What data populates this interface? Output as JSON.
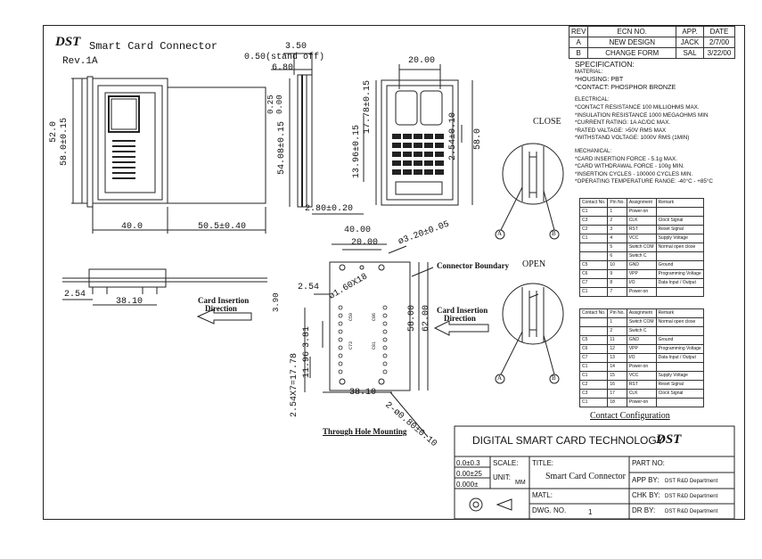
{
  "header": {
    "logo": "DST",
    "title": "Smart Card Connector",
    "revision": "Rev.1A"
  },
  "revision_table": {
    "headers": [
      "REV",
      "ECN NO.",
      "APP.",
      "DATE"
    ],
    "rows": [
      [
        "A",
        "NEW DESIGN",
        "JACK",
        "2/7/00"
      ],
      [
        "B",
        "CHANGE FORM",
        "SAL",
        "3/22/00"
      ]
    ]
  },
  "specification": {
    "title": "SPECIFICATION:",
    "material_heading": "MATERIAL:",
    "material": [
      "*HOUSING: PBT",
      "*CONTACT: PHOSPHOR BRONZE"
    ],
    "electrical_heading": "ELECTRICAL:",
    "electrical": [
      "*CONTACT RESISTANCE 100 MILLIOHMS MAX.",
      "*INSULATION RESISTANCE 1000 MEGAOHMS MIN",
      "*CURRENT RATING: 1A AC/DC MAX.",
      "*RATED VALTAGE: >50V RMS MAX",
      "*WITHSTAND VOLTAGE: 1000V RMS (1MIN)"
    ],
    "mechanical_heading": "MECHANICAL:",
    "mechanical": [
      "*CARD INSERTION FORCE - 5.1g MAX.",
      "*CARD WITHDRAWAL FORCE - 100g MIN.",
      "*INSERTION CYCLES - 100000 CYCLES MIN.",
      "*OPERATING TEMPERATURE RANGE: -40°C - +85°C"
    ]
  },
  "dimensions": {
    "d350": "3.50",
    "standoff": "0.50(stand off)",
    "d680": "6.80",
    "d2000_top": "20.00",
    "d520": "52.0",
    "d580": "58.0±0.15",
    "d025": "0.25",
    "d000": "0.00",
    "d5408": "54.08±0.15",
    "d1778top": "17.78±0.15",
    "d1396": "13.96±0.15",
    "d254a": "2.54±0.10",
    "d5800": "58.0",
    "d280": "2.80±0.20",
    "d400": "40.0",
    "d505": "50.5±0.40",
    "d254b": "2.54",
    "d3810a": "38.10",
    "d390": "3.90",
    "d4000": "40.00",
    "d2000b": "20.00",
    "d320": "ø3.20±0.05",
    "d254c": "2.54",
    "d160": "ø1.60X18",
    "d381": "3.81",
    "d1196": "11.96",
    "d2540": "2.54X7=17.78",
    "d5800b": "58.00",
    "d6200": "62.00",
    "d3810b": "38.10",
    "d080": "2-ø0.80±0.10"
  },
  "labels": {
    "card_insertion_1": "Card Insertion",
    "direction_1": "Direction",
    "connector_boundary": "Connector Boundary",
    "card_insertion_2": "Card Insertion",
    "direction_2": "Direction",
    "through_hole": "Through Hole Mounting",
    "close": "CLOSE",
    "open": "OPEN",
    "a1": "A",
    "b1": "B",
    "a2": "A",
    "b2": "B",
    "pin_c1": "C1",
    "pin_c2": "C2",
    "pin_c3": "C3",
    "pin_c5": "C5",
    "pin_c6": "C6",
    "pin_c7": "C7",
    "pin_c8": "C8",
    "contact_configuration": "Contact Configuration"
  },
  "contact_tables": {
    "headers": [
      "Contact No.",
      "Pin No.",
      "Assignment",
      "Remark"
    ],
    "top": [
      [
        "C1",
        "1",
        "Power-on",
        ""
      ],
      [
        "C3",
        "2",
        "CLK",
        "Clock Signal"
      ],
      [
        "C2",
        "3",
        "RST",
        "Reset Signal"
      ],
      [
        "C1",
        "4",
        "VCC",
        "Supply Voltage"
      ],
      [
        "",
        "5",
        "Switch COM",
        "Normal open close"
      ],
      [
        "",
        "6",
        "Switch C",
        ""
      ],
      [
        "C5",
        "10",
        "GND",
        "Ground"
      ],
      [
        "C6",
        "9",
        "VPP",
        "Programming Voltage"
      ],
      [
        "C7",
        "8",
        "I/O",
        "Data Input / Output"
      ],
      [
        "C1",
        "7",
        "Power-on",
        ""
      ]
    ],
    "bottom": [
      [
        "",
        "1",
        "Switch COM",
        "Normal open close"
      ],
      [
        "",
        "2",
        "Switch C",
        ""
      ],
      [
        "C5",
        "11",
        "GND",
        "Ground"
      ],
      [
        "C6",
        "12",
        "VPP",
        "Programming Voltage"
      ],
      [
        "C7",
        "13",
        "I/O",
        "Data Input / Output"
      ],
      [
        "C1",
        "14",
        "Power-on",
        ""
      ],
      [
        "C1",
        "15",
        "VCC",
        "Supply Voltage"
      ],
      [
        "C2",
        "16",
        "RST",
        "Reset Signal"
      ],
      [
        "C3",
        "17",
        "CLK",
        "Clock Signal"
      ],
      [
        "C1",
        "18",
        "Power-on",
        ""
      ]
    ]
  },
  "title_block": {
    "company": "DIGITAL SMART CARD TECHNOLOGY",
    "logo": "DST",
    "tol1": "0.0±0.3",
    "tol2": "0.00±25",
    "tol3": "0.000±",
    "scale_label": "SCALE:",
    "unit_label": "UNIT:",
    "unit_value": "MM",
    "title_label": "TITLE:",
    "title_value": "Smart Card Connector",
    "matl_label": "MATL:",
    "dwg_label": "DWG. NO.",
    "dwg_value": "1",
    "part_label": "PART NO:",
    "app_label": "APP BY:",
    "app_value": "DST R&D Department",
    "chk_label": "CHK BY:",
    "chk_value": "DST R&D Department",
    "dr_label": "DR BY:",
    "dr_value": "DST R&D Department"
  }
}
